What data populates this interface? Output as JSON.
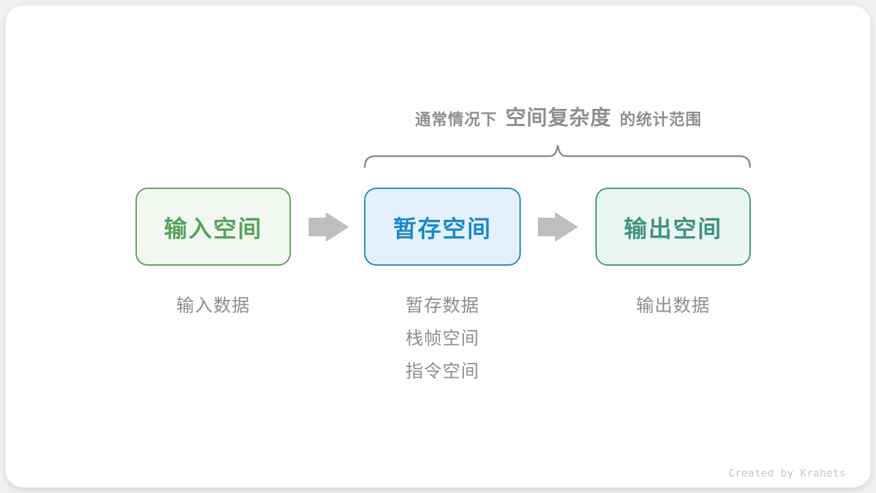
{
  "title": {
    "prefix": "通常情况下",
    "emphasis": "空间复杂度",
    "suffix": "的统计范围"
  },
  "boxes": [
    {
      "label": "输入空间",
      "text_color": "#57A15A",
      "border_color": "#5BA05C",
      "bg_color": "#F2F8F0"
    },
    {
      "label": "暂存空间",
      "text_color": "#1A88C8",
      "border_color": "#1F87C6",
      "bg_color": "#E4F1FB"
    },
    {
      "label": "输出空间",
      "text_color": "#3E9280",
      "border_color": "#479384",
      "bg_color": "#EBF5F1"
    }
  ],
  "captions": [
    {
      "lines": [
        "输入数据"
      ]
    },
    {
      "lines": [
        "暂存数据",
        "栈帧空间",
        "指令空间"
      ]
    },
    {
      "lines": [
        "输出数据"
      ]
    }
  ],
  "credit": "Created by Krahets",
  "colors": {
    "arrow": "#BEBEBE",
    "brace": "#898989",
    "title_text": "#8E8E8E",
    "caption_text": "#8E8E8E",
    "card_bg": "#FFFFFF",
    "page_bg": "#F1F1F1"
  }
}
